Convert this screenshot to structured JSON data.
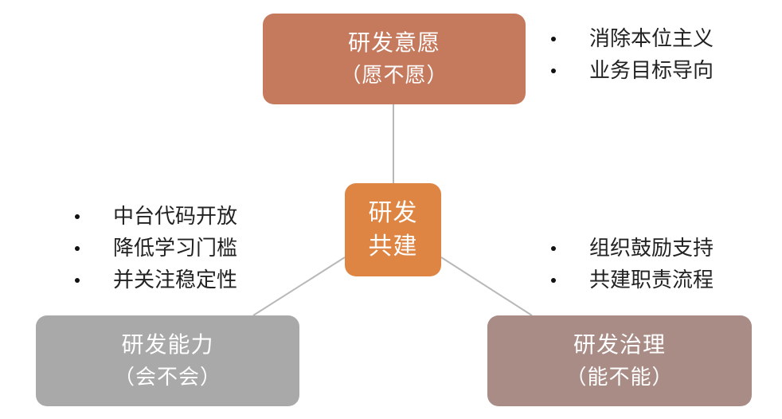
{
  "center": {
    "line1": "研发",
    "line2": "共建"
  },
  "top": {
    "title": "研发意愿",
    "subtitle": "（愿不愿）",
    "bullets": [
      "消除本位主义",
      "业务目标导向"
    ]
  },
  "left": {
    "title": "研发能力",
    "subtitle": "（会不会）",
    "bullets": [
      "中台代码开放",
      "降低学习门槛",
      "并关注稳定性"
    ]
  },
  "right": {
    "title": "研发治理",
    "subtitle": "（能不能）",
    "bullets": [
      "组织鼓励支持",
      "共建职责流程"
    ]
  },
  "colors": {
    "top_box": "#C57A5E",
    "center_box": "#DE8544",
    "left_box": "#A9A9A9",
    "right_box": "#A98C85",
    "connector": "#B8B8B8"
  }
}
